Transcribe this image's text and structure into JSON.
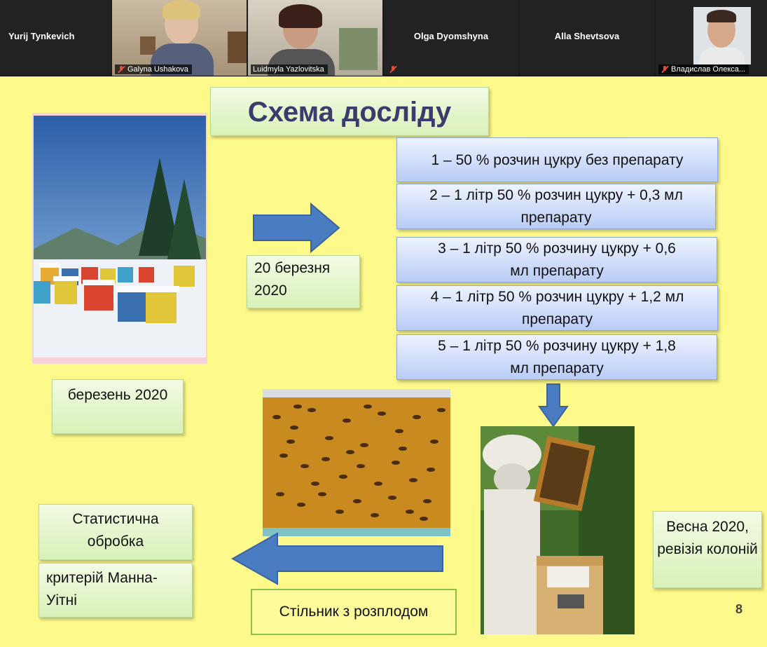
{
  "participants": [
    {
      "name": "Yurij Tynkevich",
      "muted": false,
      "video": false
    },
    {
      "name": "Galyna Ushakova",
      "muted": true,
      "video": true
    },
    {
      "name": "Luidmyla Yazlovitska",
      "muted": false,
      "video": true,
      "active": true
    },
    {
      "name": "Olga Dyomshyna",
      "muted": false,
      "video": false
    },
    {
      "name": "Alla Shevtsova",
      "muted": false,
      "video": false
    },
    {
      "name": "Владислав Олекса...",
      "muted": true,
      "video": true
    }
  ],
  "slide": {
    "title": "Схема досліду",
    "date_arrow_label": "20 березня 2020",
    "photo_caption": "березень 2020",
    "groups": [
      "1 – 50 % розчин цукру без препарату",
      "2 – 1 літр 50 % розчин цукру + 0,3 мл препарату",
      "3  – 1 літр 50 % розчину цукру + 0,6 мл препарату",
      "4 – 1 літр 50 % розчин цукру + 1,2 мл препарату",
      "5  – 1 літр 50 % розчину цукру + 1,8 мл препарату"
    ],
    "spring_label": "Весна 2020, ревізія колоній",
    "brood_label": "Стільник з розплодом",
    "stats_label": "Статистична обробка",
    "criterion_label": "критерій Манна-Уітні",
    "page_number": "8"
  },
  "colors": {
    "slide_bg": "#fdf98a",
    "arrow": "#4a7cc2",
    "title": "#3b3b6d"
  }
}
